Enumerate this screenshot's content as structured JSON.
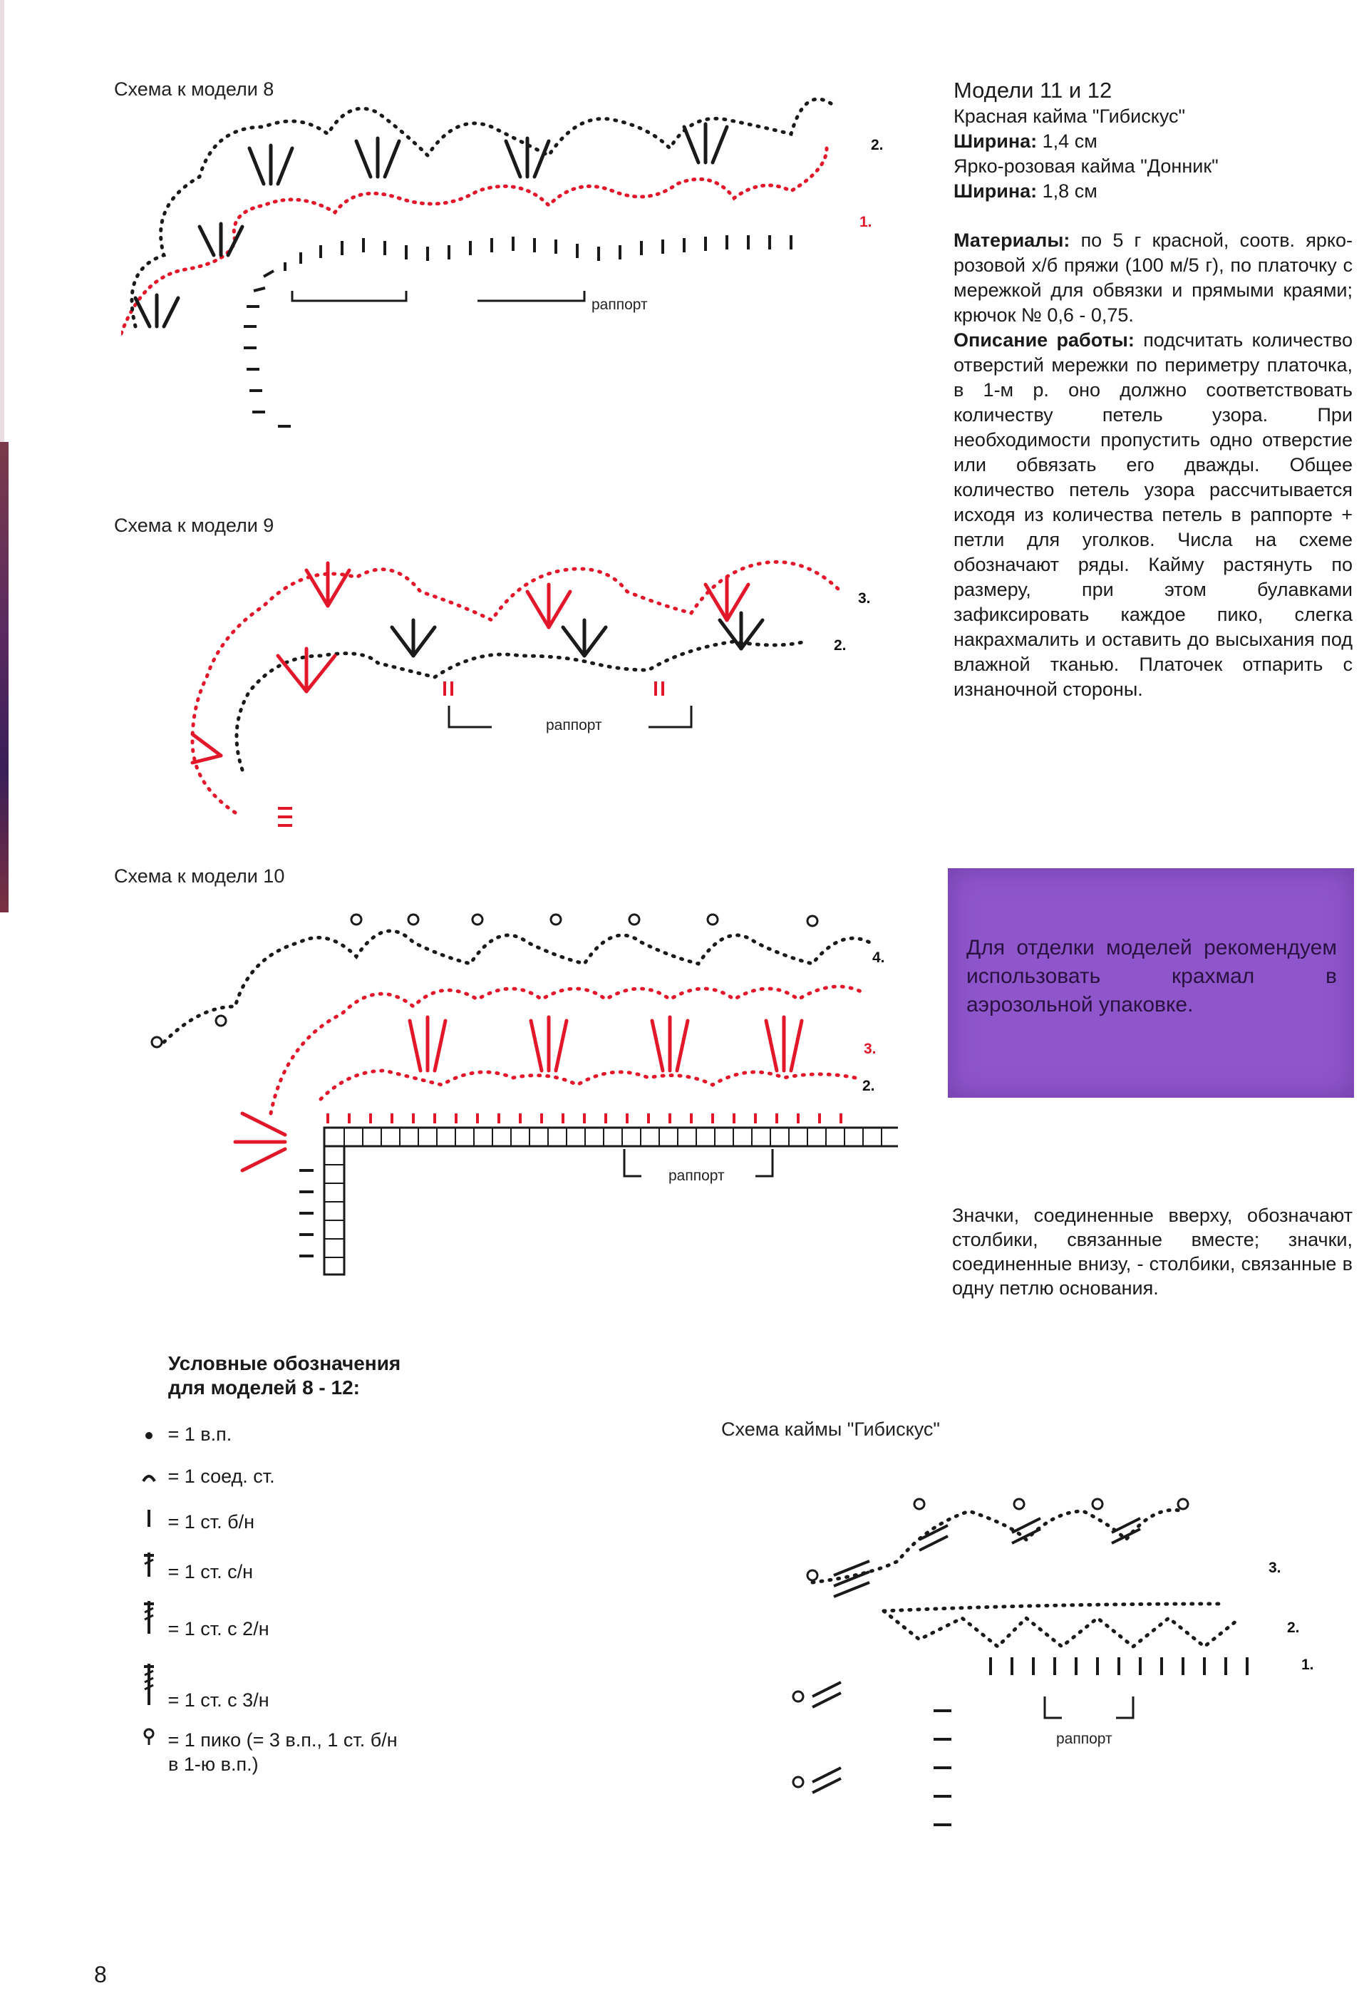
{
  "captions": {
    "model8": "Схема к модели 8",
    "model9": "Схема к модели 9",
    "model10": "Схема к модели 10",
    "hibiscus": "Схема каймы \"Гибискус\""
  },
  "rapport": "раппорт",
  "row_numbers": {
    "model8": [
      "1.",
      "2."
    ],
    "model9": [
      "2.",
      "3."
    ],
    "model10": [
      "2.",
      "3.",
      "4."
    ],
    "hibiscus": [
      "1.",
      "2.",
      "3."
    ]
  },
  "right_column": {
    "title": "Модели 11 и 12",
    "red_border": "Красная кайма \"Гибискус\"",
    "width_label": "Ширина:",
    "red_width": "1,4 см",
    "pink_border": "Ярко-розовая кайма \"Донник\"",
    "pink_width": "1,8 см",
    "materials_label": "Материалы:",
    "materials_text": "по 5 г красной, соотв. ярко-розовой х/б пряжи (100 м/5 г), по платочку с мережкой для обвязки и прямыми краями; крючок № 0,6 - 0,75.",
    "description_label": "Описание работы:",
    "description_text": "подсчитать количество отверстий мережки по периметру платочка, в 1-м р. оно должно соответствовать количеству петель узора. При необходимости пропустить одно отверстие или обвязать его дважды. Общее количество петель узора рассчитывается исходя из количества петель в раппорте + петли для уголков. Числа на схеме обозначают ряды. Кайму растянуть по размеру, при этом булавками зафиксировать каждое пико, слегка накрахмалить и оставить до высыхания под влажной тканью. Платочек отпарить с изнаночной стороны."
  },
  "tip_box": {
    "text": "Для отделки моделей рекомендуем использовать крахмал в аэрозольной упаковке.",
    "color": "#8f56cb"
  },
  "note": "Значки, соединенные вверху, обозначают столбики, связанные вместе; значки, соединенные внизу, - столбики, связанные в одну петлю основания.",
  "legend": {
    "title_line1": "Условные обозначения",
    "title_line2": "для моделей 8 - 12:",
    "items": [
      {
        "icon": "chain-dot-icon",
        "text": "= 1 в.п."
      },
      {
        "icon": "slip-stitch-icon",
        "text": "= 1 соед. ст."
      },
      {
        "icon": "single-crochet-icon",
        "text": "= 1 ст. б/н"
      },
      {
        "icon": "double-crochet-icon",
        "text": "= 1 ст. с/н"
      },
      {
        "icon": "treble-crochet-icon",
        "text": "= 1 ст. с 2/н"
      },
      {
        "icon": "double-treble-icon",
        "text": "= 1 ст. с 3/н"
      },
      {
        "icon": "picot-icon",
        "text": "= 1 пико (= 3 в.п., 1 ст. б/н"
      },
      {
        "icon": "",
        "text": "в 1-ю в.п.)"
      }
    ]
  },
  "colors": {
    "red": "#e3172a",
    "black": "#1a1a1a"
  },
  "page_number": "8"
}
